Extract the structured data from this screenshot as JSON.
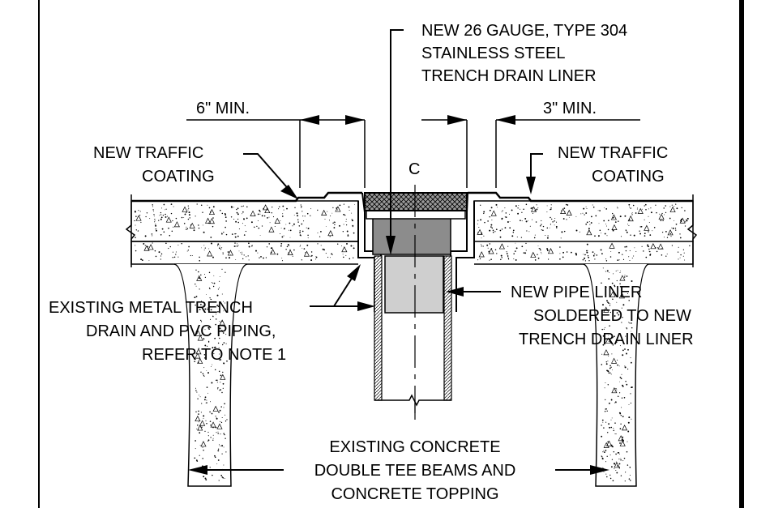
{
  "labels": {
    "liner_line1": "NEW 26 GAUGE, TYPE 304",
    "liner_line2": "STAINLESS STEEL",
    "liner_line3": "TRENCH DRAIN LINER",
    "dim_left": "6\" MIN.",
    "dim_right": "3\" MIN.",
    "coating_left_line1": "NEW TRAFFIC",
    "coating_left_line2": "COATING",
    "coating_right_line1": "NEW TRAFFIC",
    "coating_right_line2": "COATING",
    "centerline": "C",
    "existing_drain_line1": "EXISTING METAL TRENCH",
    "existing_drain_line2": "DRAIN AND PVC PIPING,",
    "existing_drain_line3": "REFER TO NOTE 1",
    "pipe_liner_line1": "NEW PIPE LINER",
    "pipe_liner_line2": "SOLDERED TO NEW",
    "pipe_liner_line3": "TRENCH DRAIN LINER",
    "concrete_line1": "EXISTING CONCRETE",
    "concrete_line2": "DOUBLE TEE BEAMS AND",
    "concrete_line3": "CONCRETE TOPPING"
  },
  "colors": {
    "ink": "#000000",
    "drain_body": "#8c8c8c",
    "pipe_liner": "#cfcfcf",
    "grate": "#9a9a9a"
  }
}
